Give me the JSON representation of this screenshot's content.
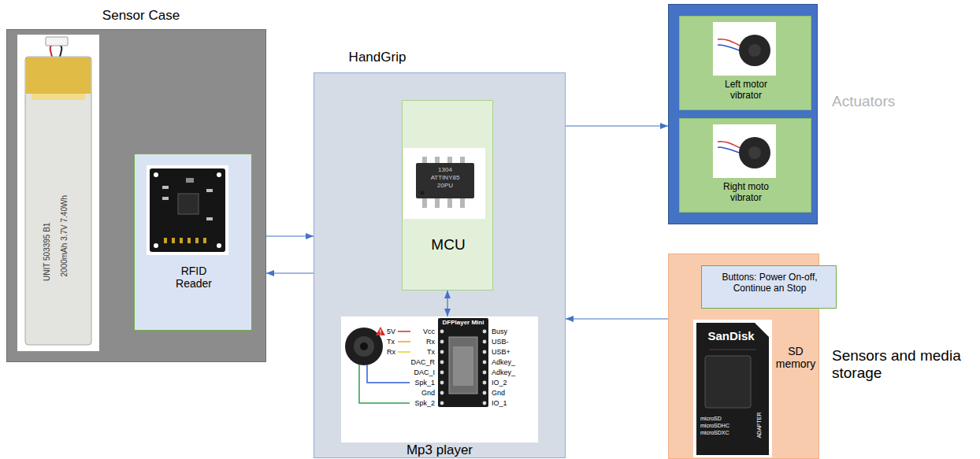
{
  "diagram": {
    "nodes": [
      {
        "text": [
          "Sensor Case"
        ]
      },
      {
        "text": [
          "RFID Reader"
        ],
        "in": 0
      },
      {
        "text": [
          "HandGrip"
        ]
      },
      {
        "text": [
          "MCU"
        ],
        "in": 2
      },
      {
        "text": [
          "Mp3 player"
        ],
        "in": 2
      },
      {
        "text": [
          "Actuators"
        ]
      },
      {
        "text": [
          "Left motor vibrator"
        ],
        "in": 5
      },
      {
        "text": [
          "Right moto vibrator"
        ],
        "in": 5
      },
      {
        "text": [
          "Sensors and media storage",
          "SD memory"
        ]
      },
      {
        "text": [
          "Buttons: Power On-off, Continue an Stop"
        ],
        "in": 8
      }
    ],
    "edges": [
      {
        "from": 2,
        "to": 5,
        "arrow": "to"
      },
      {
        "from": 0,
        "to": 2,
        "arrow": "to"
      },
      {
        "from": 2,
        "to": 0,
        "arrow": "to"
      },
      {
        "from": 3,
        "to": 4,
        "arrow": "both"
      },
      {
        "from": 8,
        "to": 2,
        "arrow": "to"
      }
    ],
    "labels": [
      "UNIT 503395 B1",
      "2000mAh 3.7V 7.40Wh",
      "1304",
      "ATTINY85",
      "20PU",
      "5V",
      "Tx",
      "Rx",
      "Vcc",
      "Rx",
      "Tx",
      "DAC_R",
      "DAC_I",
      "Spk_1",
      "Gnd",
      "Spk_2",
      "DFPlayer Mini",
      "Busy",
      "USB-",
      "USB+",
      "Adkey_",
      "Adkey_",
      "IO_2",
      "Gnd",
      "IO_1",
      "SanDisk",
      "microSD",
      "microSDHC",
      "microSDXC",
      "ADAPTER"
    ]
  }
}
